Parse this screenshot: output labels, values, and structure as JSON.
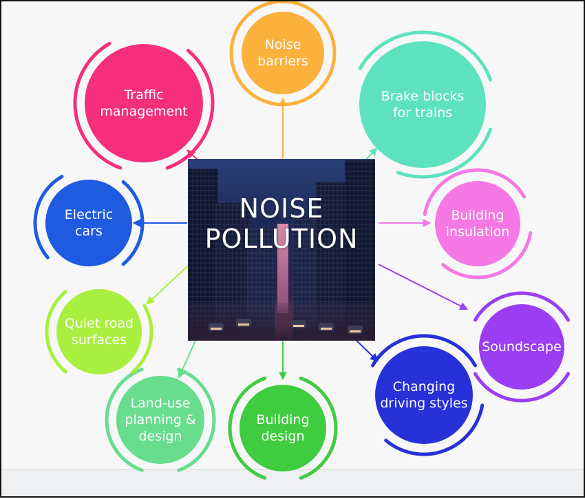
{
  "center": {
    "line1": "NOISE",
    "line2": "POLLUTION"
  },
  "nodes": [
    {
      "id": "noise-barriers",
      "label": "Noise\nbarriers",
      "color": "#fbb13c"
    },
    {
      "id": "brake-blocks",
      "label": "Brake blocks\nfor trains",
      "color": "#5ee2bd"
    },
    {
      "id": "building-insulation",
      "label": "Building\ninsulation",
      "color": "#f578e4"
    },
    {
      "id": "soundscape",
      "label": "Soundscape",
      "color": "#9b3ef2"
    },
    {
      "id": "changing-driving-styles",
      "label": "Changing\ndriving styles",
      "color": "#2632d8"
    },
    {
      "id": "building-design",
      "label": "Building\ndesign",
      "color": "#3fcc3f"
    },
    {
      "id": "land-use",
      "label": "Land-use\nplanning &\ndesign",
      "color": "#68dd8e"
    },
    {
      "id": "quiet-road-surfaces",
      "label": "Quiet road\nsurfaces",
      "color": "#a9ef3f"
    },
    {
      "id": "electric-cars",
      "label": "Electric\ncars",
      "color": "#1f5be0"
    },
    {
      "id": "traffic-management",
      "label": "Traffic\nmanagement",
      "color": "#f52f7c"
    }
  ]
}
